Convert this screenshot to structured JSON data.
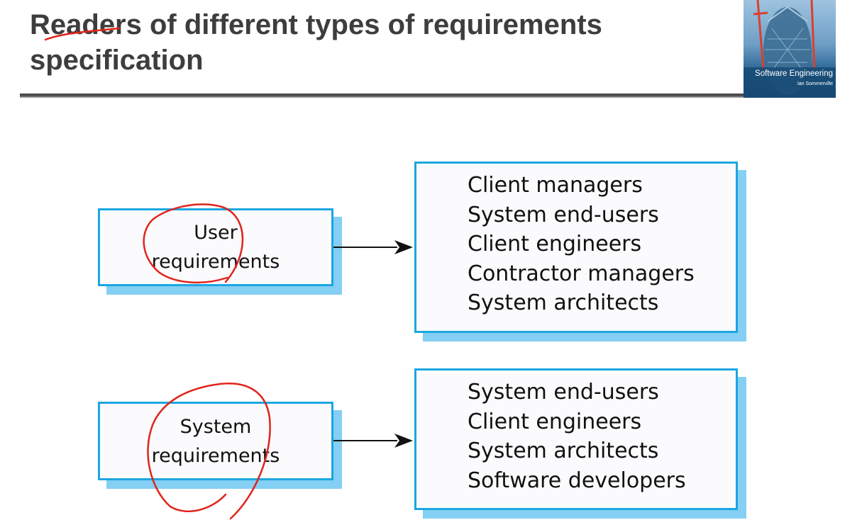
{
  "slide": {
    "title": "Readers of different types of requirements specification"
  },
  "book_cover": {
    "title": "Software Engineering",
    "author": "Ian Sommerville",
    "colors": {
      "sky": "#9fc3df",
      "water": "#13466f",
      "crane": "#d9402c"
    }
  },
  "diagram": {
    "rows": [
      {
        "requirement_type": [
          "User",
          "requirements"
        ],
        "readers": [
          "Client managers",
          "System end-users",
          "Client engineers",
          "Contractor managers",
          "System architects"
        ]
      },
      {
        "requirement_type": [
          "System",
          "requirements"
        ],
        "readers": [
          "System end-users",
          "Client engineers",
          "System architects",
          "Software developers"
        ]
      }
    ],
    "colors": {
      "box_border": "#1ba7e0",
      "box_shadow": "#84cff3",
      "arrow": "#111111"
    }
  },
  "annotations": {
    "ink_color": "#e0241a",
    "marks": [
      "underline-readers",
      "circle-user-requirements",
      "circle-system-requirements"
    ]
  }
}
